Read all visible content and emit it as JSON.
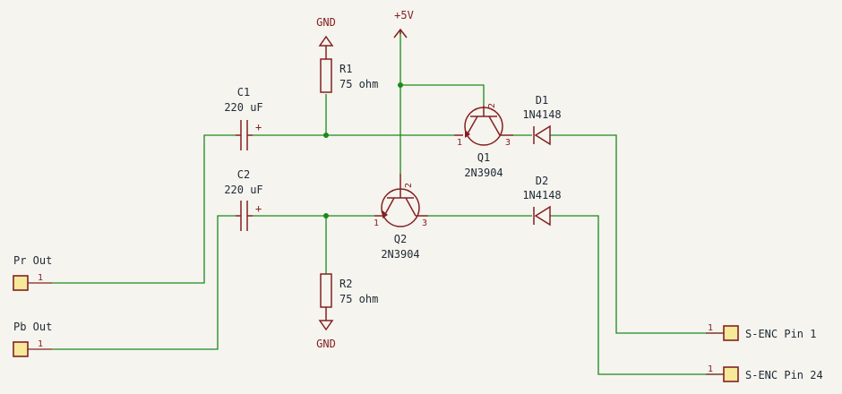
{
  "colors": {
    "wire": "#1a8a1a",
    "component": "#842020",
    "text": "#1f2a33",
    "background": "#f5f4ef"
  },
  "power": {
    "gnd_top": "GND",
    "gnd_bottom": "GND",
    "vcc": "+5V"
  },
  "components": {
    "c1": {
      "ref": "C1",
      "value": "220 uF",
      "polarity": "+"
    },
    "c2": {
      "ref": "C2",
      "value": "220 uF",
      "polarity": "+"
    },
    "r1": {
      "ref": "R1",
      "value": "75 ohm"
    },
    "r2": {
      "ref": "R2",
      "value": "75 ohm"
    },
    "q1": {
      "ref": "Q1",
      "value": "2N3904",
      "pin1": "1",
      "pin2": "2",
      "pin3": "3"
    },
    "q2": {
      "ref": "Q2",
      "value": "2N3904",
      "pin1": "1",
      "pin2": "2",
      "pin3": "3"
    },
    "d1": {
      "ref": "D1",
      "value": "1N4148"
    },
    "d2": {
      "ref": "D2",
      "value": "1N4148"
    }
  },
  "connectors": {
    "pr_out": {
      "label": "Pr Out",
      "pin": "1"
    },
    "pb_out": {
      "label": "Pb Out",
      "pin": "1"
    },
    "senc1": {
      "label": "S-ENC Pin 1",
      "pin": "1"
    },
    "senc24": {
      "label": "S-ENC Pin 24",
      "pin": "1"
    }
  }
}
